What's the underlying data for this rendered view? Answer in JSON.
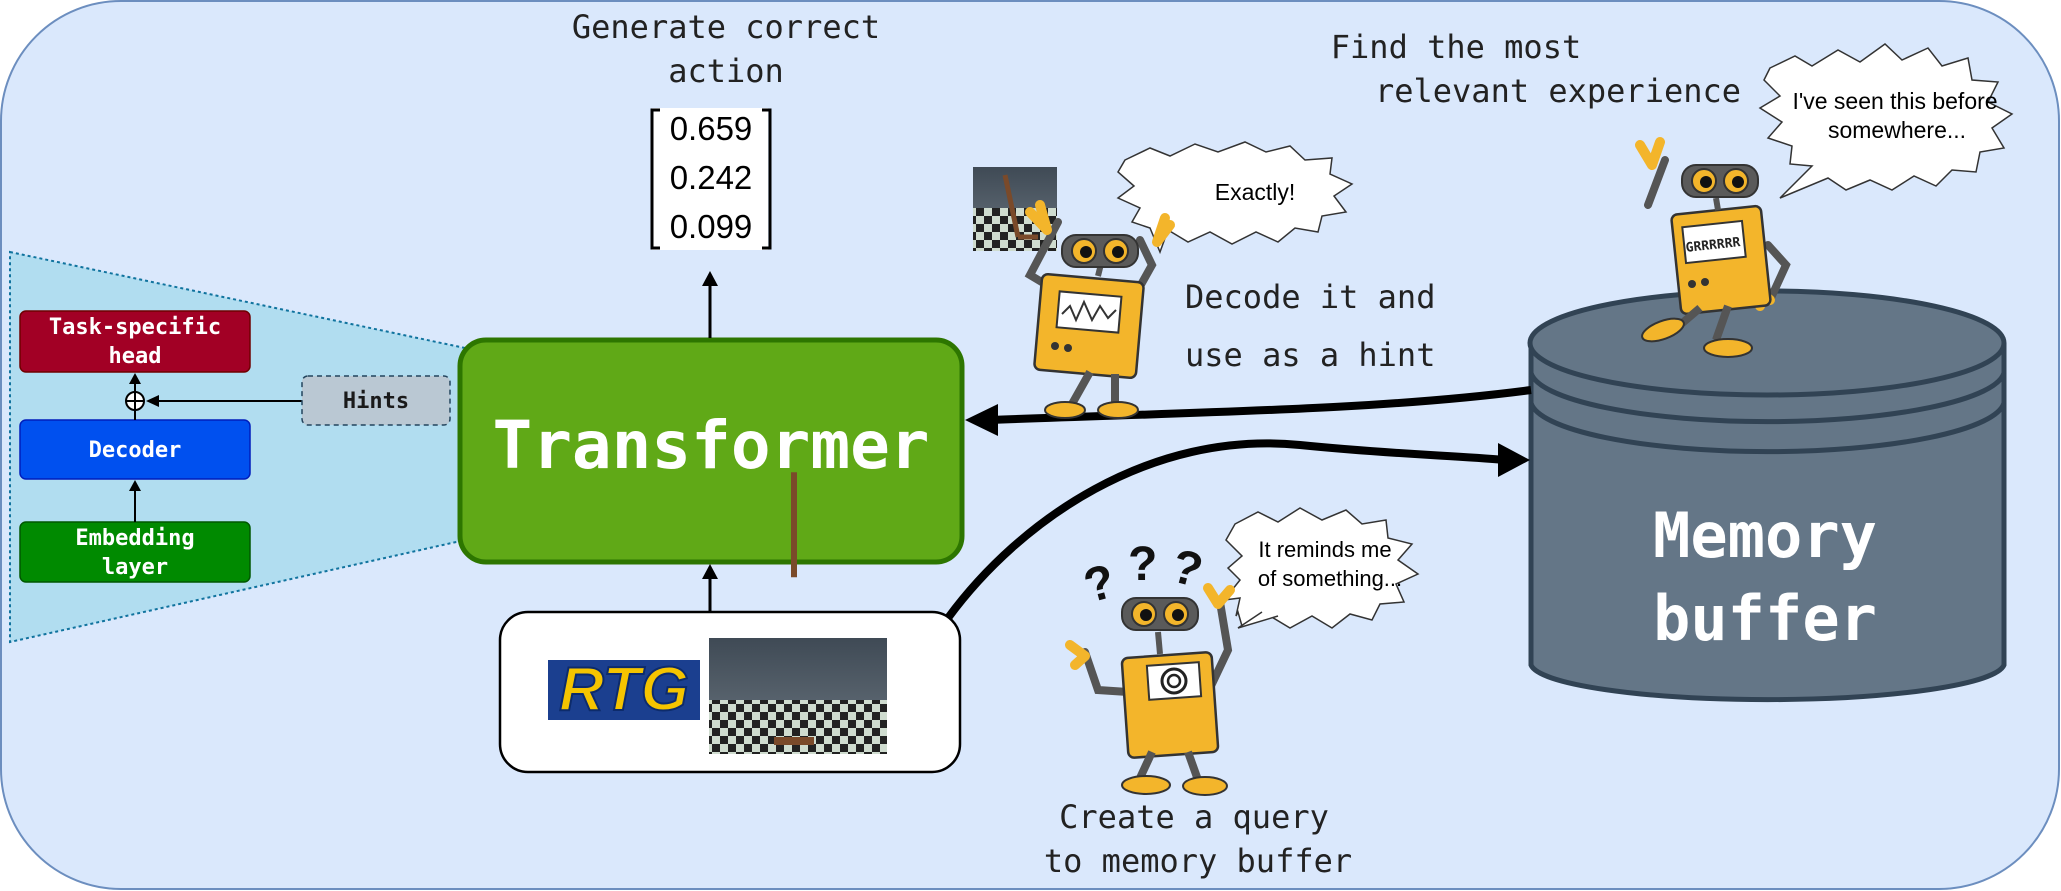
{
  "panel": {
    "generate_line1": "Generate correct",
    "generate_line2": "action",
    "find_line1": "Find the most",
    "find_line2": "relevant experience",
    "decode_line1": "Decode it and",
    "decode_line2": "use as a hint",
    "query_line1": "Create a query",
    "query_line2": "to memory buffer"
  },
  "action_vector": {
    "values": [
      "0.659",
      "0.242",
      "0.099"
    ]
  },
  "left_stack": {
    "head_line1": "Task-specific",
    "head_line2": "head",
    "decoder": "Decoder",
    "embedding_line1": "Embedding",
    "embedding_line2": "layer",
    "hints": "Hints"
  },
  "transformer": {
    "label": "Transformer"
  },
  "memory": {
    "line1": "Memory",
    "line2": "buffer"
  },
  "input": {
    "rtg_logo": "RTG"
  },
  "bubbles": {
    "exactly": "Exactly!",
    "seen_line1": "I've seen this before",
    "seen_line2": "somewhere...",
    "reminds_line1": "It reminds me",
    "reminds_line2": "of something..."
  },
  "robot_screens": {
    "top_robot_display": "GRRRRRR"
  },
  "colors": {
    "panel_bg": "#dae8fc",
    "transformer_fill": "#60a917",
    "transformer_stroke": "#2d7600",
    "head_fill": "#a20025",
    "decoder_fill": "#0050ef",
    "embedding_fill": "#008a00",
    "hints_fill": "#bac8d3",
    "trapezoid_fill": "#b1ddf0",
    "memory_fill": "#647687",
    "memory_stroke": "#314354",
    "robot_yellow": "#f3b52b"
  }
}
